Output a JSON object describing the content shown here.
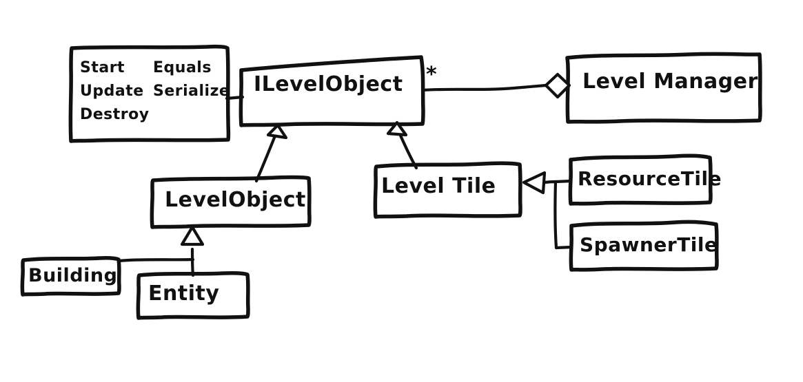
{
  "diagram": {
    "title": "ILevelObject UML class diagram",
    "style": "hand-drawn sketch",
    "background_color": "#ffffff",
    "stroke_color": "#111111",
    "nodes": {
      "methods_box": {
        "name": "methods-box",
        "column_left": [
          "Start",
          "Update",
          "Destroy"
        ],
        "column_right": [
          "Equals",
          "Serialize"
        ],
        "col_left_text": "Start\nUpdate\nDestroy",
        "col_right_text": "Equals\nSerialize"
      },
      "ilevelobject": {
        "name": "ILevelObject",
        "label": "ILevelObject"
      },
      "levelmanager": {
        "name": "LevelManager",
        "label": "Level Manager"
      },
      "levelobject": {
        "name": "LevelObject",
        "label": "LevelObject"
      },
      "leveltile": {
        "name": "LevelTile",
        "label": "Level Tile"
      },
      "resourcetile": {
        "name": "ResourceTile",
        "label": "ResourceTile"
      },
      "spawnertile": {
        "name": "SpawnerTile",
        "label": "SpawnerTile"
      },
      "building": {
        "name": "Building",
        "label": "Building"
      },
      "entity": {
        "name": "Entity",
        "label": "Entity"
      }
    },
    "annotations": {
      "multiplicity_star": "*"
    },
    "edges": [
      {
        "from": "methods-box",
        "to": "ILevelObject",
        "type": "note-link",
        "label": ""
      },
      {
        "from": "ILevelObject",
        "to": "Level Manager",
        "type": "aggregation",
        "label": "*"
      },
      {
        "from": "LevelObject",
        "to": "ILevelObject",
        "type": "generalization",
        "label": ""
      },
      {
        "from": "Level Tile",
        "to": "ILevelObject",
        "type": "generalization",
        "label": ""
      },
      {
        "from": "ResourceTile",
        "to": "Level Tile",
        "type": "generalization",
        "label": ""
      },
      {
        "from": "SpawnerTile",
        "to": "Level Tile",
        "type": "generalization",
        "label": ""
      },
      {
        "from": "Building",
        "to": "LevelObject",
        "type": "generalization",
        "label": ""
      },
      {
        "from": "Entity",
        "to": "LevelObject",
        "type": "generalization",
        "label": ""
      }
    ]
  }
}
